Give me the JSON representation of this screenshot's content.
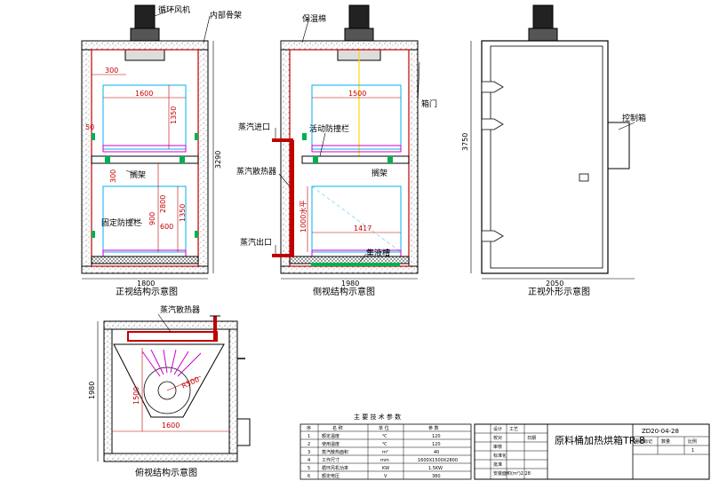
{
  "labels": {
    "fan": "循环风机",
    "frame": "内部骨架",
    "insulation": "保温棉",
    "door": "箱门",
    "steam_in": "蒸汽进口",
    "movable_bar": "活动防撞栏",
    "steam_heater": "蒸汽散热器",
    "rack_side": "搁架",
    "steam_out": "蒸汽出口",
    "collector": "集液槽",
    "control_box": "控制箱",
    "rack_front": "搁架",
    "fixed_bar": "固定防撞栏",
    "heater_top": "蒸汽散热器"
  },
  "captions": {
    "front": "正视结构示意图",
    "side": "侧视结构示意图",
    "outline": "正视外形示意图",
    "top": "俯视结构示意图"
  },
  "dims": {
    "w1800": "1800",
    "w1600": "1600",
    "d300a": "300",
    "d1350a": "1350",
    "d2800": "2800",
    "d300b": "300",
    "d900": "900",
    "d600": "600",
    "d1350b": "1350",
    "d50": "50",
    "h3290": "3290",
    "w1980": "1980",
    "w1500": "1500",
    "w1417": "1417",
    "d1000": "1000水平",
    "h3750": "3750",
    "w2050": "2050",
    "top1980": "1980",
    "top1500": "1500",
    "top1600": "1600",
    "r500": "R500"
  },
  "table": {
    "title": "主 要 技 术 参 数",
    "headers": [
      "序",
      "名  称",
      "单  位",
      "参  数"
    ],
    "rows": [
      [
        "1",
        "额定温度",
        "℃",
        "120"
      ],
      [
        "2",
        "使用温度",
        "℃",
        "120"
      ],
      [
        "3",
        "蒸汽散热面积",
        "m²",
        "40"
      ],
      [
        "4",
        "工作尺寸",
        "mm",
        "1600X1500X2800"
      ],
      [
        "5",
        "循环风机功率",
        "KW",
        "1.5KW"
      ],
      [
        "6",
        "额定电压",
        "V",
        "380"
      ]
    ]
  },
  "titleblock": {
    "name": "原料桶加热烘箱TR-8",
    "date": "ZD20-04-28",
    "cells": [
      "图纸标记",
      "数量",
      "比例",
      "1",
      "设计",
      "工艺",
      "校对",
      "审核",
      "标准化",
      "批准",
      "日期",
      "安装面积(m²)2.28"
    ]
  },
  "colors": {
    "red": "#c00000",
    "green": "#00b050",
    "cyan": "#00b0f0",
    "magenta": "#cc00cc",
    "yellow": "#ffd700"
  }
}
